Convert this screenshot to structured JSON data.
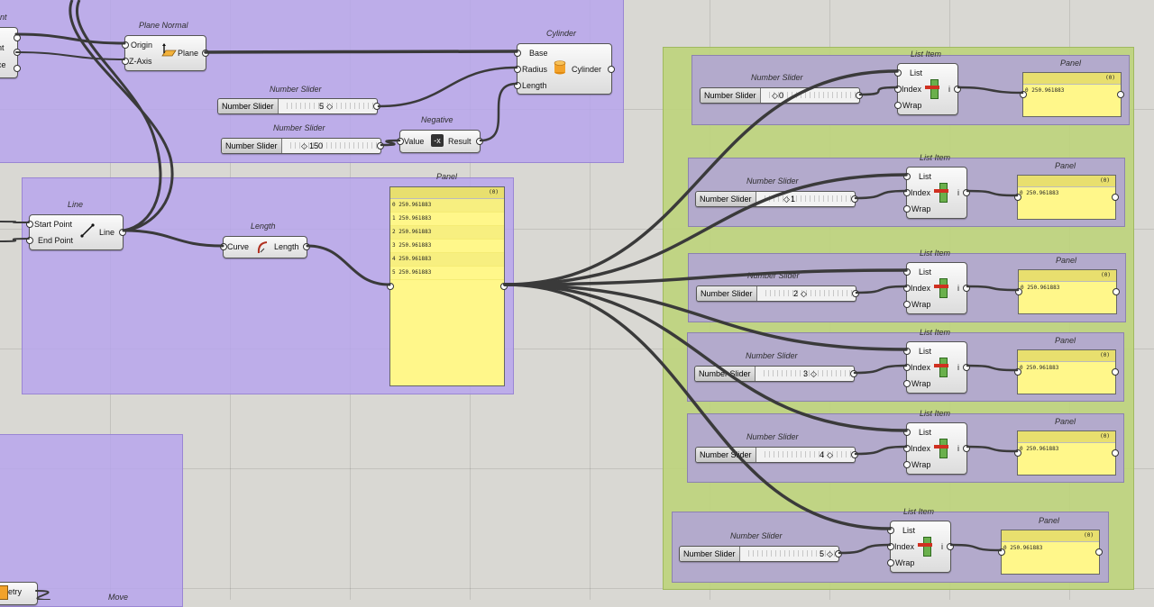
{
  "groups": {
    "plane_normal": {
      "title": "Plane Normal",
      "origin": "Origin",
      "zaxis": "Z-Axis",
      "out": "Plane"
    },
    "cylinder": {
      "title": "Cylinder",
      "base": "Base",
      "radius": "Radius",
      "length": "Length",
      "out": "Cylinder"
    },
    "slider_radius": {
      "title": "Number Slider",
      "name": "Number Slider",
      "value": "5"
    },
    "slider_length": {
      "title": "Number Slider",
      "name": "Number Slider",
      "value": "150"
    },
    "negative": {
      "title": "Negative",
      "in": "Value",
      "out": "Result"
    },
    "line": {
      "title": "Line",
      "start": "Start Point",
      "end": "End Point",
      "out": "Line"
    },
    "length": {
      "title": "Length",
      "in": "Curve",
      "out": "Length"
    },
    "panel_main": {
      "title": "Panel",
      "header": "(0)",
      "rows": [
        "0 250.961883",
        "1 250.961883",
        "2 250.961883",
        "3 250.961883",
        "4 250.961883",
        "5 250.961883"
      ]
    },
    "left_partial": {
      "a": "nt",
      "b": "int",
      "c": "ce",
      "d": "etry",
      "e": "Move"
    }
  },
  "list_items": [
    {
      "title": "List Item",
      "slider_title": "Number Slider",
      "slider_name": "Number Slider",
      "slider_value": "0",
      "list": "List",
      "index": "Index",
      "wrap": "Wrap",
      "out": "i",
      "panel_title": "Panel",
      "panel_header": "(0)",
      "panel_value": "0 250.961883"
    },
    {
      "title": "List Item",
      "slider_title": "Number Slider",
      "slider_name": "Number Slider",
      "slider_value": "1",
      "list": "List",
      "index": "Index",
      "wrap": "Wrap",
      "out": "i",
      "panel_title": "Panel",
      "panel_header": "(0)",
      "panel_value": "0 250.961883"
    },
    {
      "title": "List Item",
      "slider_title": "Number Slider",
      "slider_name": "Number Slider",
      "slider_value": "2",
      "list": "List",
      "index": "Index",
      "wrap": "Wrap",
      "out": "i",
      "panel_title": "Panel",
      "panel_header": "(0)",
      "panel_value": "0 250.961883"
    },
    {
      "title": "List Item",
      "slider_title": "Number Slider",
      "slider_name": "Number Slider",
      "slider_value": "3",
      "list": "List",
      "index": "Index",
      "wrap": "Wrap",
      "out": "i",
      "panel_title": "Panel",
      "panel_header": "(0)",
      "panel_value": "0 250.961883"
    },
    {
      "title": "List Item",
      "slider_title": "Number Slider",
      "slider_name": "Number Slider",
      "slider_value": "4",
      "list": "List",
      "index": "Index",
      "wrap": "Wrap",
      "out": "i",
      "panel_title": "Panel",
      "panel_header": "(0)",
      "panel_value": "0 250.961883"
    },
    {
      "title": "List Item",
      "slider_title": "Number Slider",
      "slider_name": "Number Slider",
      "slider_value": "5",
      "list": "List",
      "index": "Index",
      "wrap": "Wrap",
      "out": "i",
      "panel_title": "Panel",
      "panel_header": "(0)",
      "panel_value": "0 250.961883"
    }
  ],
  "colors": {
    "group_purple": "#b7a6ec",
    "group_green": "#bed47d",
    "panel_yellow": "#fff78a",
    "wire": "#3a3a3a"
  }
}
